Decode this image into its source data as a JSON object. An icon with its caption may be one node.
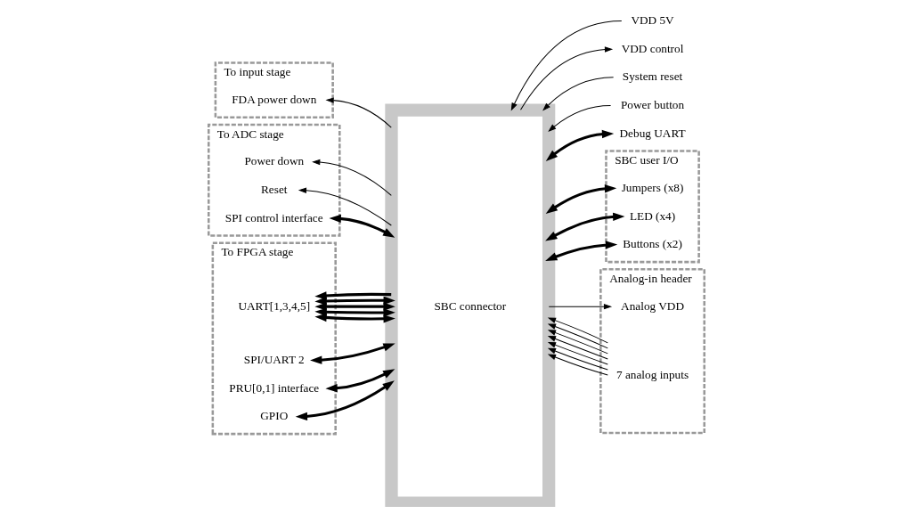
{
  "diagram": {
    "nodes": [
      {
        "text": [
          "SBC connector"
        ]
      },
      {
        "text": [
          "To input stage"
        ]
      },
      {
        "text": [
          "FDA power down"
        ],
        "in": 1
      },
      {
        "text": [
          "To ADC stage"
        ]
      },
      {
        "text": [
          "Power down"
        ],
        "in": 3
      },
      {
        "text": [
          "Reset"
        ],
        "in": 3
      },
      {
        "text": [
          "SPI control interface"
        ],
        "in": 3
      },
      {
        "text": [
          "To FPGA stage"
        ]
      },
      {
        "text": [
          "UART[1,3,4,5]"
        ],
        "in": 7
      },
      {
        "text": [
          "SPI/UART 2"
        ],
        "in": 7
      },
      {
        "text": [
          "PRU[0,1] interface"
        ],
        "in": 7
      },
      {
        "text": [
          "GPIO"
        ],
        "in": 7
      },
      {
        "text": [
          "VDD 5V"
        ]
      },
      {
        "text": [
          "VDD control"
        ]
      },
      {
        "text": [
          "System reset"
        ]
      },
      {
        "text": [
          "Power button"
        ]
      },
      {
        "text": [
          "Debug UART"
        ]
      },
      {
        "text": [
          "SBC user I/O"
        ]
      },
      {
        "text": [
          "Jumpers (x8)"
        ],
        "in": 17
      },
      {
        "text": [
          "LED (x4)"
        ],
        "in": 17
      },
      {
        "text": [
          "Buttons (x2)"
        ],
        "in": 17
      },
      {
        "text": [
          "Analog-in header"
        ]
      },
      {
        "text": [
          "Analog VDD"
        ],
        "in": 21
      },
      {
        "text": [
          "7 analog inputs"
        ],
        "in": 21
      }
    ],
    "edges": [
      {
        "from": 0,
        "to": 2,
        "arrow": "to"
      },
      {
        "from": 0,
        "to": 4,
        "arrow": "to"
      },
      {
        "from": 0,
        "to": 5,
        "arrow": "to"
      },
      {
        "from": 6,
        "to": 0,
        "arrow": "both",
        "style": "thick"
      },
      {
        "from": 8,
        "to": 0,
        "arrow": "both",
        "style": "thick"
      },
      {
        "from": 8,
        "to": 0,
        "arrow": "both",
        "style": "thick"
      },
      {
        "from": 8,
        "to": 0,
        "arrow": "both",
        "style": "thick"
      },
      {
        "from": 8,
        "to": 0,
        "arrow": "both",
        "style": "thick"
      },
      {
        "from": 0,
        "to": 8,
        "arrow": "to",
        "style": "thick"
      },
      {
        "from": 9,
        "to": 0,
        "arrow": "both",
        "style": "thick"
      },
      {
        "from": 10,
        "to": 0,
        "arrow": "both",
        "style": "thick"
      },
      {
        "from": 11,
        "to": 0,
        "arrow": "both",
        "style": "thick"
      },
      {
        "from": 12,
        "to": 0,
        "arrow": "to"
      },
      {
        "from": 0,
        "to": 13,
        "arrow": "to"
      },
      {
        "from": 14,
        "to": 0,
        "arrow": "to"
      },
      {
        "from": 15,
        "to": 0,
        "arrow": "to"
      },
      {
        "from": 0,
        "to": 16,
        "arrow": "both",
        "style": "thick"
      },
      {
        "from": 0,
        "to": 18,
        "arrow": "both",
        "style": "thick"
      },
      {
        "from": 0,
        "to": 19,
        "arrow": "both",
        "style": "thick"
      },
      {
        "from": 0,
        "to": 20,
        "arrow": "both",
        "style": "thick"
      },
      {
        "from": 0,
        "to": 22,
        "arrow": "to"
      },
      {
        "from": 23,
        "to": 0,
        "arrow": "to"
      },
      {
        "from": 23,
        "to": 0,
        "arrow": "to"
      },
      {
        "from": 23,
        "to": 0,
        "arrow": "to"
      },
      {
        "from": 23,
        "to": 0,
        "arrow": "to"
      },
      {
        "from": 23,
        "to": 0,
        "arrow": "to"
      },
      {
        "from": 23,
        "to": 0,
        "arrow": "to"
      },
      {
        "from": 23,
        "to": 0,
        "arrow": "to"
      }
    ]
  }
}
